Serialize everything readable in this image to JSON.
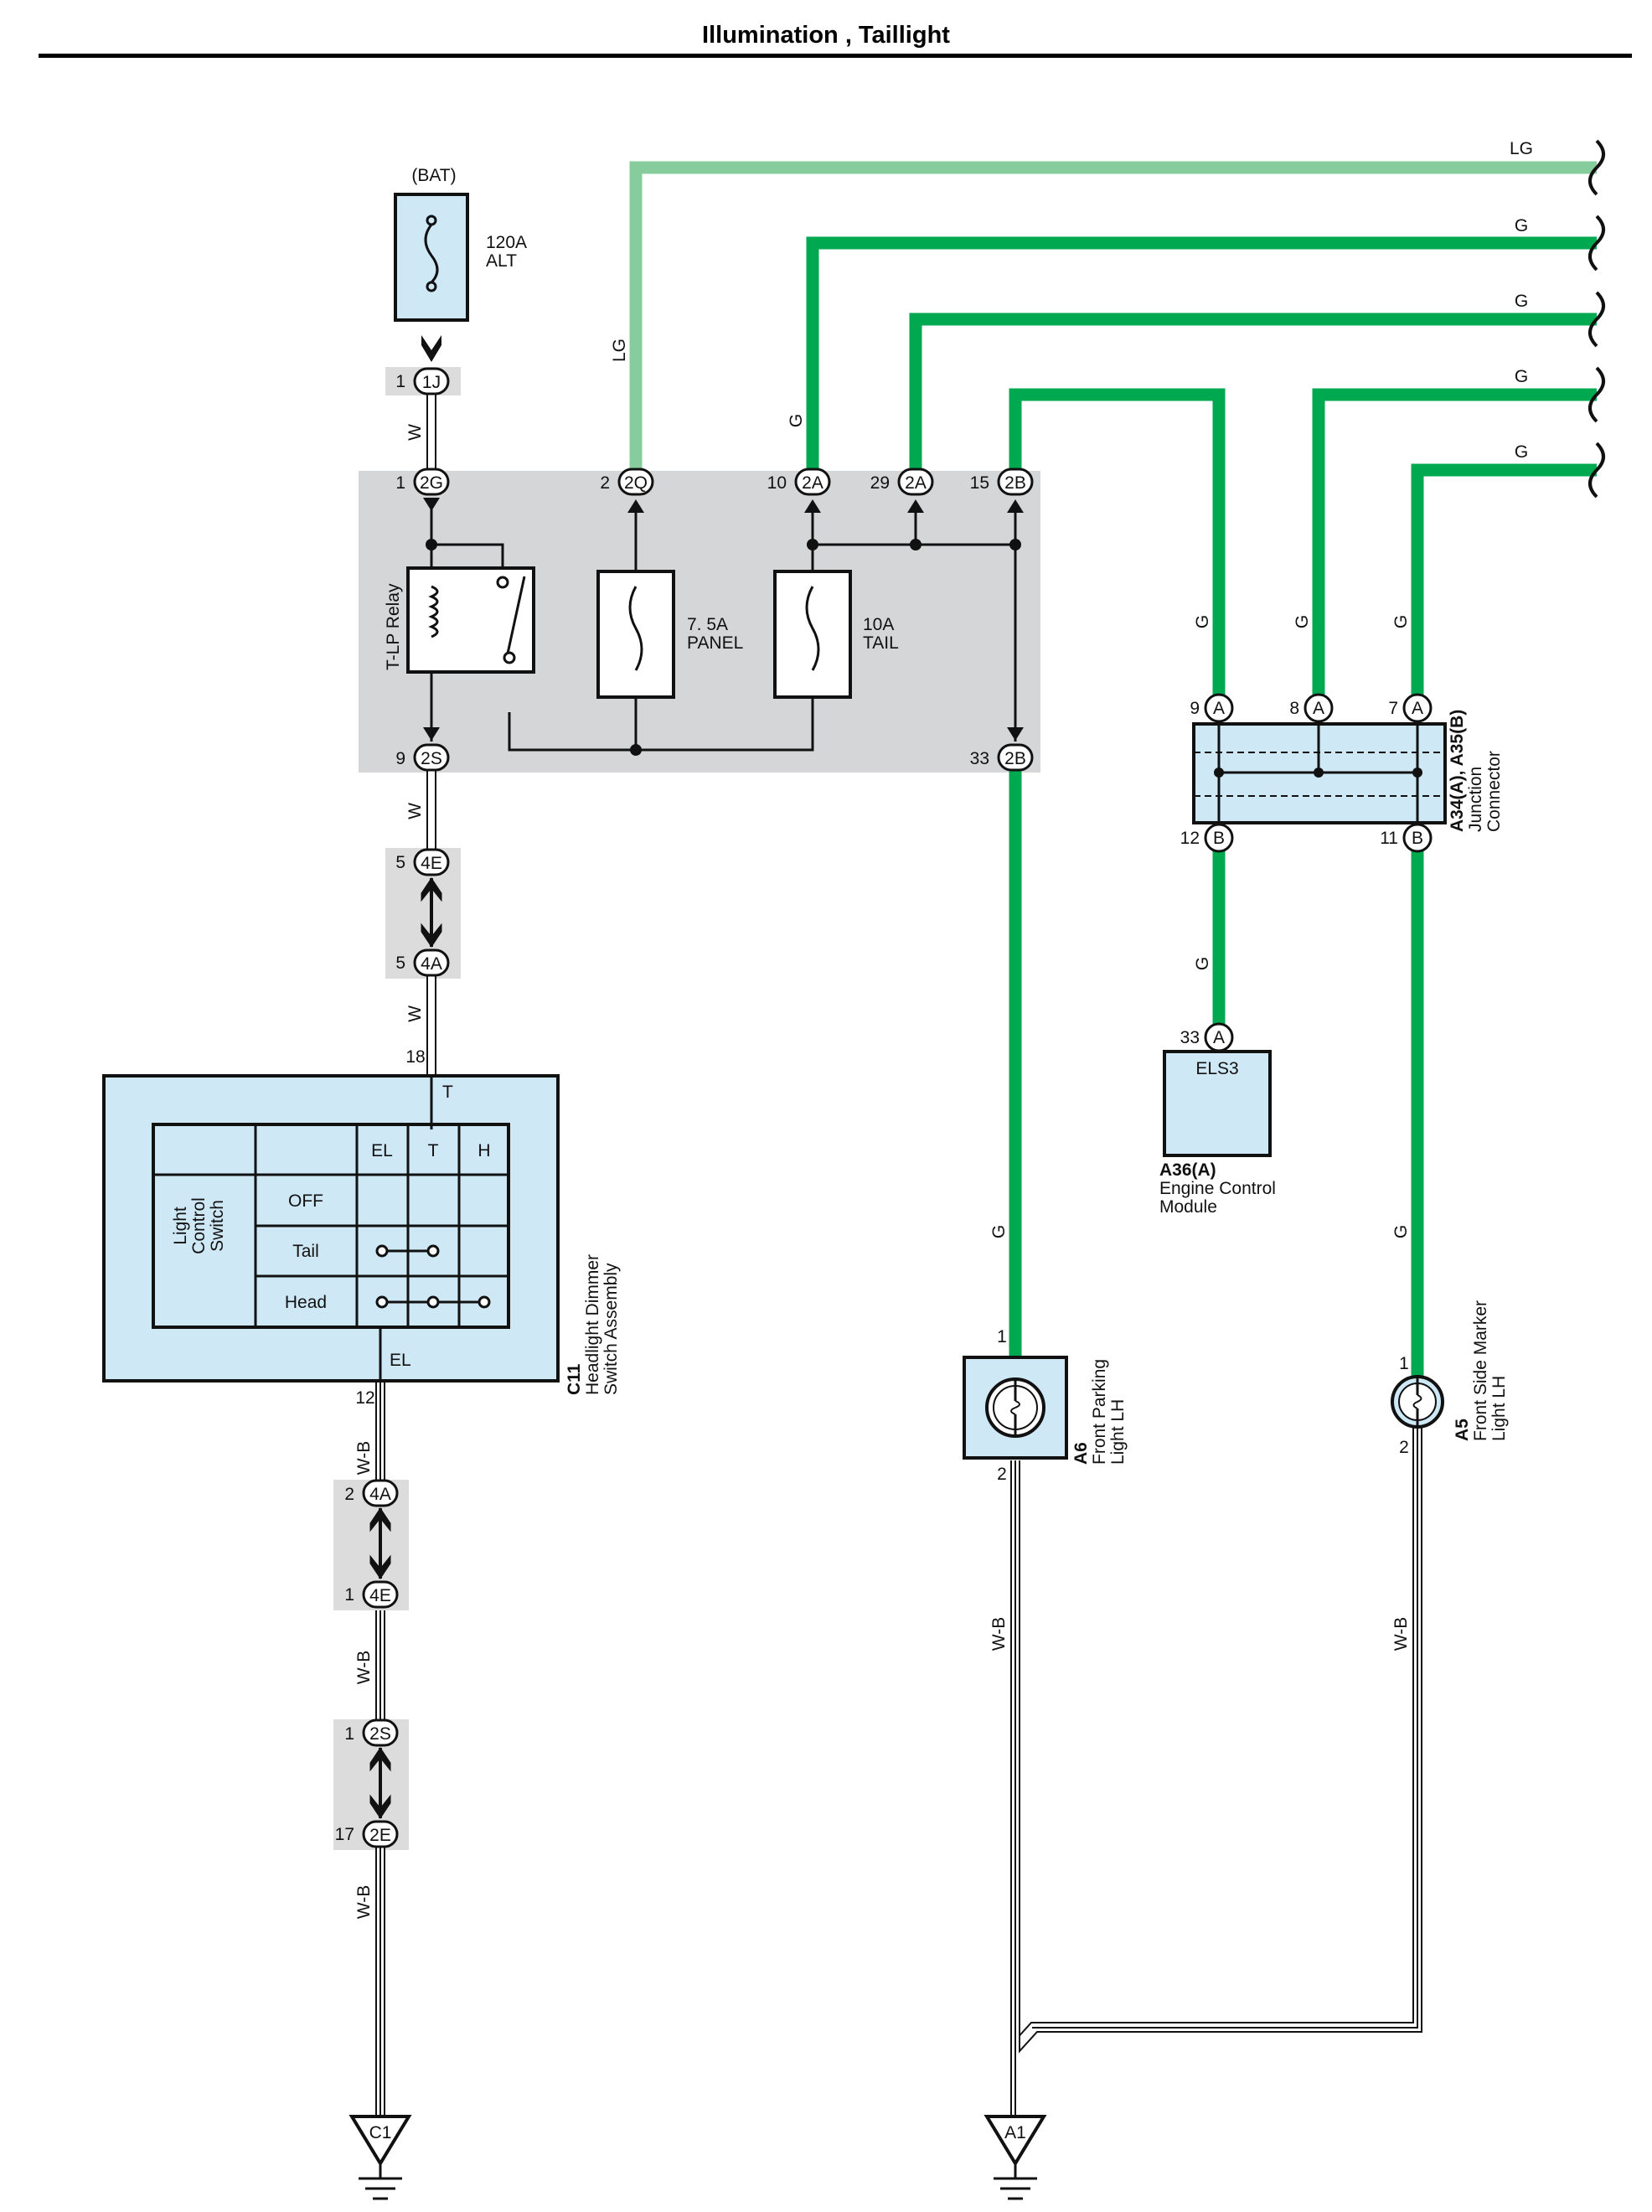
{
  "title": "Illumination , Taillight",
  "colors": {
    "wire_g": "#00a94f",
    "wire_lg": "#86cc9c",
    "component_fill": "#cfe8f5",
    "junction_block_fill": "#d5d6d8",
    "connector_shade": "#dcdcdc"
  },
  "battery": {
    "label": "(BAT)",
    "fuse_rating": "120A",
    "fuse_name": "ALT"
  },
  "wire_codes": {
    "w": "W",
    "g": "G",
    "lg": "LG",
    "wb": "W-B"
  },
  "connectors": {
    "c1j": {
      "id": "1J",
      "pin": "1"
    },
    "c2g": {
      "id": "2G",
      "pin": "1"
    },
    "c2q": {
      "id": "2Q",
      "pin": "2"
    },
    "c2a_10": {
      "id": "2A",
      "pin": "10"
    },
    "c2a_29": {
      "id": "2A",
      "pin": "29"
    },
    "c2b_15": {
      "id": "2B",
      "pin": "15"
    },
    "c2s_9": {
      "id": "2S",
      "pin": "9"
    },
    "c2b_33": {
      "id": "2B",
      "pin": "33"
    },
    "c4e_5": {
      "id": "4E",
      "pin": "5"
    },
    "c4a_5": {
      "id": "4A",
      "pin": "5"
    },
    "c4a_2": {
      "id": "4A",
      "pin": "2"
    },
    "c4e_1": {
      "id": "4E",
      "pin": "1"
    },
    "c2s_1": {
      "id": "2S",
      "pin": "1"
    },
    "c2e_17": {
      "id": "2E",
      "pin": "17"
    },
    "a9": {
      "id": "A",
      "pin": "9"
    },
    "a8": {
      "id": "A",
      "pin": "8"
    },
    "a7": {
      "id": "A",
      "pin": "7"
    },
    "b12": {
      "id": "B",
      "pin": "12"
    },
    "b11": {
      "id": "B",
      "pin": "11"
    },
    "a33": {
      "id": "A",
      "pin": "33"
    }
  },
  "relay_block": {
    "relay_name": "T-LP Relay",
    "fuse_panel": {
      "rating": "7. 5A",
      "name": "PANEL"
    },
    "fuse_tail": {
      "rating": "10A",
      "name": "TAIL"
    }
  },
  "switch_assembly": {
    "code": "C11",
    "name_line1": "Headlight Dimmer",
    "name_line2": "Switch Assembly",
    "pin_t_number": "18",
    "pin_t_label": "T",
    "pin_el_number": "12",
    "pin_el_label": "EL",
    "table_title_line1": "Light",
    "table_title_line2": "Control",
    "table_title_line3": "Switch",
    "columns": [
      "EL",
      "T",
      "H"
    ],
    "rows": [
      "OFF",
      "Tail",
      "Head"
    ]
  },
  "junction_connector": {
    "code": "A34(A), A35(B)",
    "name_line1": "Junction",
    "name_line2": "Connector"
  },
  "ecm": {
    "terminal": "ELS3",
    "code": "A36(A)",
    "name_line1": "Engine Control",
    "name_line2": "Module"
  },
  "parking_light": {
    "code": "A6",
    "name_line1": "Front Parking",
    "name_line2": "Light LH",
    "pin_in": "1",
    "pin_out": "2"
  },
  "side_marker": {
    "code": "A5",
    "name_line1": "Front Side Marker",
    "name_line2": "Light LH",
    "pin_in": "1",
    "pin_out": "2"
  },
  "grounds": {
    "left": "C1",
    "right": "A1"
  }
}
